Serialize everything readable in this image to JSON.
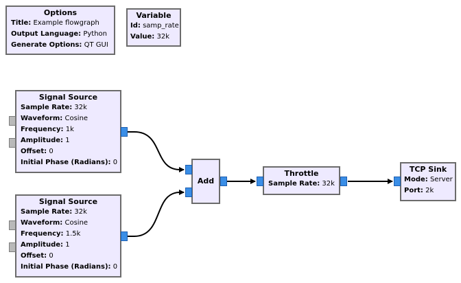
{
  "blocks": {
    "options": {
      "title": "Options",
      "params": [
        {
          "key": "Title:",
          "value": "Example flowgraph"
        },
        {
          "key": "Output Language:",
          "value": "Python"
        },
        {
          "key": "Generate Options:",
          "value": "QT GUI"
        }
      ]
    },
    "variable": {
      "title": "Variable",
      "params": [
        {
          "key": "Id:",
          "value": "samp_rate"
        },
        {
          "key": "Value:",
          "value": "32k"
        }
      ]
    },
    "signal_source_1": {
      "title": "Signal Source",
      "params": [
        {
          "key": "Sample Rate:",
          "value": "32k"
        },
        {
          "key": "Waveform:",
          "value": "Cosine"
        },
        {
          "key": "Frequency:",
          "value": "1k"
        },
        {
          "key": "Amplitude:",
          "value": "1"
        },
        {
          "key": "Offset:",
          "value": "0"
        },
        {
          "key": "Initial Phase (Radians):",
          "value": "0"
        }
      ]
    },
    "signal_source_2": {
      "title": "Signal Source",
      "params": [
        {
          "key": "Sample Rate:",
          "value": "32k"
        },
        {
          "key": "Waveform:",
          "value": "Cosine"
        },
        {
          "key": "Frequency:",
          "value": "1.5k"
        },
        {
          "key": "Amplitude:",
          "value": "1"
        },
        {
          "key": "Offset:",
          "value": "0"
        },
        {
          "key": "Initial Phase (Radians):",
          "value": "0"
        }
      ]
    },
    "add": {
      "title": "Add"
    },
    "throttle": {
      "title": "Throttle",
      "params": [
        {
          "key": "Sample Rate:",
          "value": "32k"
        }
      ]
    },
    "tcp_sink": {
      "title": "TCP Sink",
      "params": [
        {
          "key": "Mode:",
          "value": "Server"
        },
        {
          "key": "Port:",
          "value": "2k"
        }
      ]
    }
  },
  "colors": {
    "block_fill": "#eeeaff",
    "block_border": "#6b6b6b",
    "stream_port": "#3a8ee6",
    "message_port": "#b9b9b9",
    "wire": "#000000"
  }
}
